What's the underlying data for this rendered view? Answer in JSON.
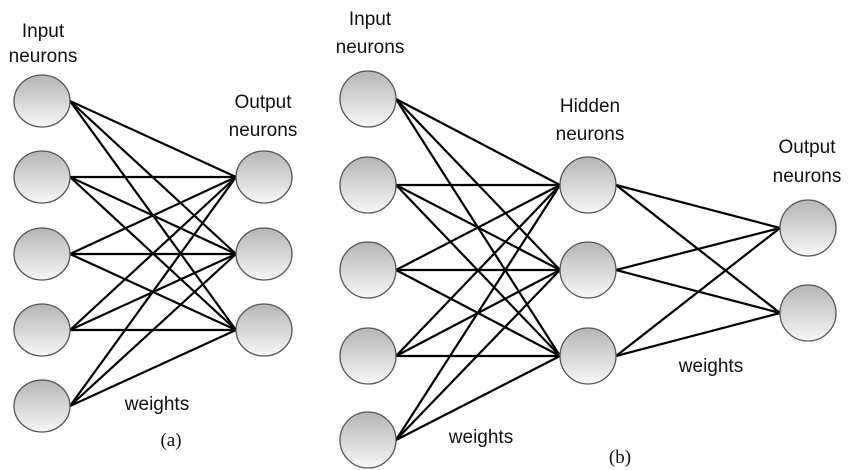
{
  "colors": {
    "edge": "#000000",
    "node_outline": "#555555",
    "node_gradient_top": "#b5b5b5",
    "node_gradient_bottom": "#f7f7f7"
  },
  "panel_a": {
    "caption": "(a)",
    "input_label": [
      "Input",
      "neurons"
    ],
    "output_label": [
      "Output",
      "neurons"
    ],
    "weights_label": "weights",
    "layers": [
      {
        "name": "input",
        "count": 5
      },
      {
        "name": "output",
        "count": 3
      }
    ],
    "connectivity": "fully-connected"
  },
  "panel_b": {
    "caption": "(b)",
    "input_label": [
      "Input",
      "neurons"
    ],
    "hidden_label": [
      "Hidden",
      "neurons"
    ],
    "output_label": [
      "Output",
      "neurons"
    ],
    "weights_label_1": "weights",
    "weights_label_2": "weights",
    "layers": [
      {
        "name": "input",
        "count": 5
      },
      {
        "name": "hidden",
        "count": 3
      },
      {
        "name": "output",
        "count": 2
      }
    ],
    "connectivity": "fully-connected"
  }
}
